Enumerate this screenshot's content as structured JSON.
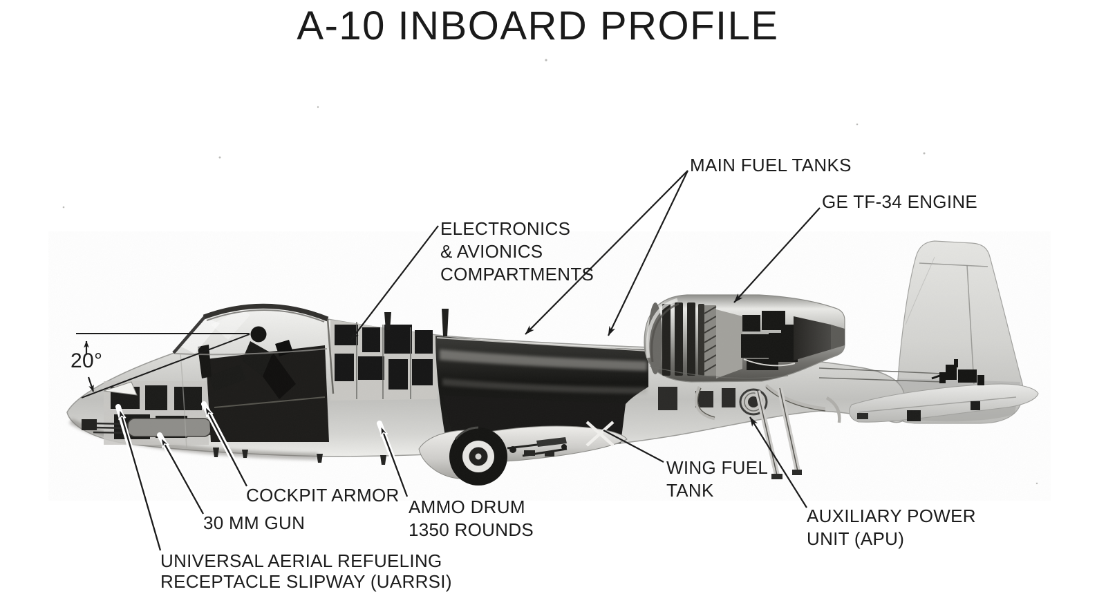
{
  "title": "A-10 INBOARD PROFILE",
  "colors": {
    "background": "#ffffff",
    "ink": "#1b1b1b"
  },
  "callouts": {
    "main_fuel_tanks": {
      "lines": [
        "MAIN FUEL TANKS"
      ]
    },
    "ge_tf34_engine": {
      "lines": [
        "GE TF-34 ENGINE"
      ]
    },
    "electronics_avionics": {
      "lines": [
        "ELECTRONICS",
        "& AVIONICS",
        "COMPARTMENTS"
      ]
    },
    "gun_depression_angle": {
      "lines": [
        "20°"
      ]
    },
    "cockpit_armor": {
      "lines": [
        "COCKPIT ARMOR"
      ]
    },
    "gun_30mm": {
      "lines": [
        "30 MM GUN"
      ]
    },
    "ammo_drum": {
      "lines": [
        "AMMO DRUM",
        "1350 ROUNDS"
      ]
    },
    "uarrsi": {
      "lines": [
        "UNIVERSAL AERIAL REFUELING",
        "RECEPTACLE SLIPWAY  (UARRSI)"
      ]
    },
    "wing_fuel_tank": {
      "lines": [
        "WING FUEL",
        "TANK"
      ]
    },
    "apu": {
      "lines": [
        "AUXILIARY POWER",
        "UNIT (APU)"
      ]
    }
  }
}
